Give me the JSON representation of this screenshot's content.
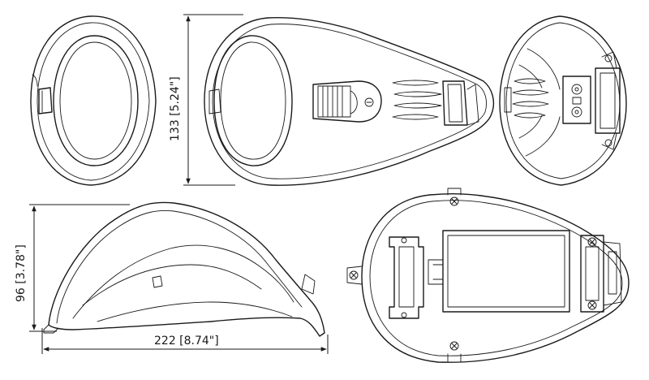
{
  "dimensions": {
    "height": "133 [5.24\"]",
    "depth": "96 [3.78\"]",
    "width": "222 [8.74\"]"
  }
}
